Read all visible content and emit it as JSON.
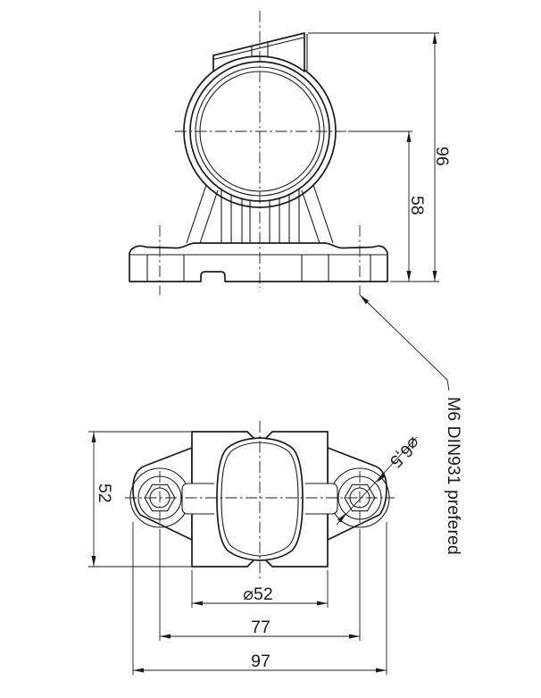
{
  "colors": {
    "line": "#1c1c1c",
    "background": "#ffffff"
  },
  "front_view": {
    "dim_overall_height": "96",
    "dim_center_height": "58",
    "leader_note": "M6 DIN931 prefered"
  },
  "plan_view": {
    "dim_depth": "52",
    "dim_lens_diameter": "⌀52",
    "dim_hole_spacing": "77",
    "dim_overall_width": "97",
    "dim_hole_diameter": "⌀6,5"
  }
}
